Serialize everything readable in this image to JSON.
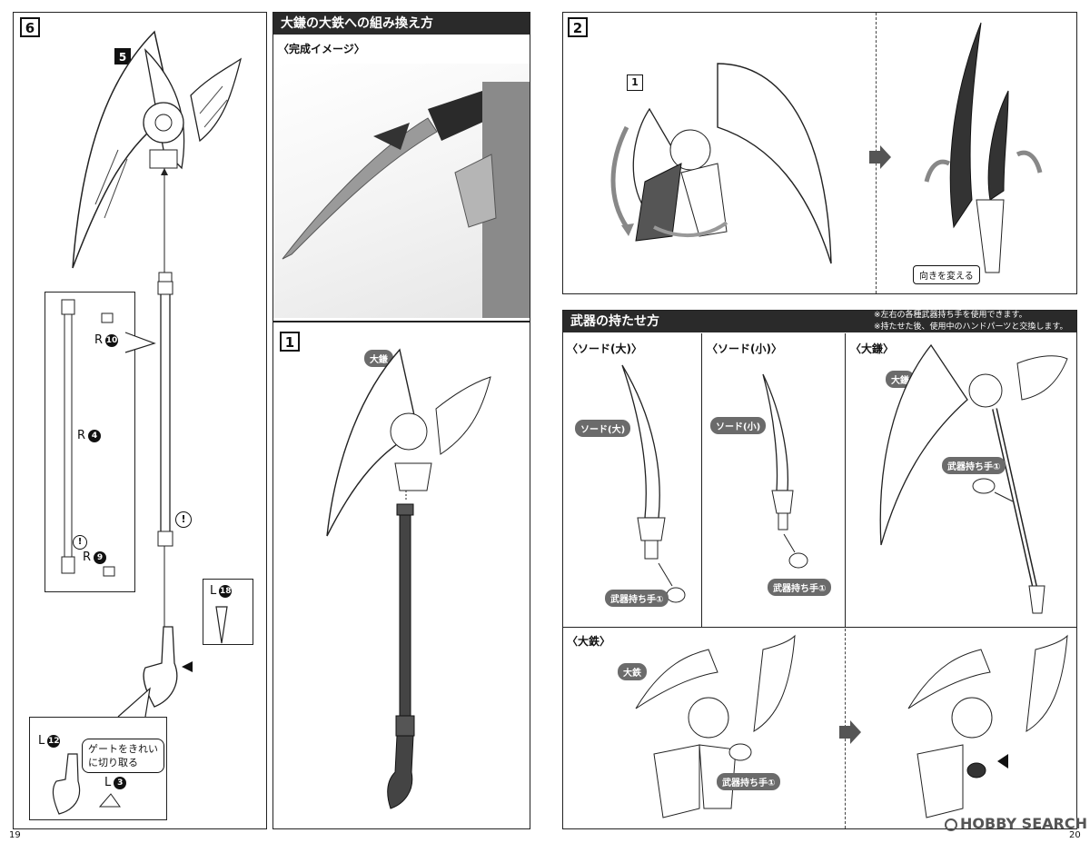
{
  "left_page": {
    "page_number": "19",
    "step6": {
      "number": "6",
      "part_ref": "5",
      "rod_box": {
        "r10": "R",
        "r10_num": "10",
        "r4": "R",
        "r4_num": "4",
        "r9": "R",
        "r9_num": "9"
      },
      "tip_box": {
        "l18": "L",
        "l18_num": "18"
      },
      "bottom_box": {
        "l12": "L",
        "l12_num": "12",
        "l3": "L",
        "l3_num": "3",
        "gate_note_line1": "ゲートをきれい",
        "gate_note_line2": "に切り取る"
      },
      "caution": "!"
    },
    "conversion": {
      "header": "大鎌の大鉄への組み換え方",
      "complete_label": "〈完成イメージ〉",
      "step1_number": "1",
      "step1_tag": "大鎌"
    }
  },
  "right_page": {
    "page_number": "20",
    "step2": {
      "number": "2",
      "part_ref": "1",
      "rotate_tag": "向きを変える"
    },
    "weapons": {
      "header": "武器の持たせ方",
      "note_line1": "※左右の各種武器持ち手を使用できます。",
      "note_line2": "※持たせた後、使用中のハンドパーツと交換します。",
      "sword_large_label": "〈ソード(大)〉",
      "sword_large_tag": "ソード(大)",
      "sword_large_hand": "武器持ち手①",
      "sword_small_label": "〈ソード(小)〉",
      "sword_small_tag": "ソード(小)",
      "sword_small_hand": "武器持ち手①",
      "scythe_label": "〈大鎌〉",
      "scythe_tag": "大鎌",
      "scythe_hand": "武器持ち手①",
      "axe_label": "〈大鉄〉",
      "axe_tag": "大鉄",
      "axe_hand": "武器持ち手①"
    },
    "watermark": "HOBBY SEARCH"
  }
}
